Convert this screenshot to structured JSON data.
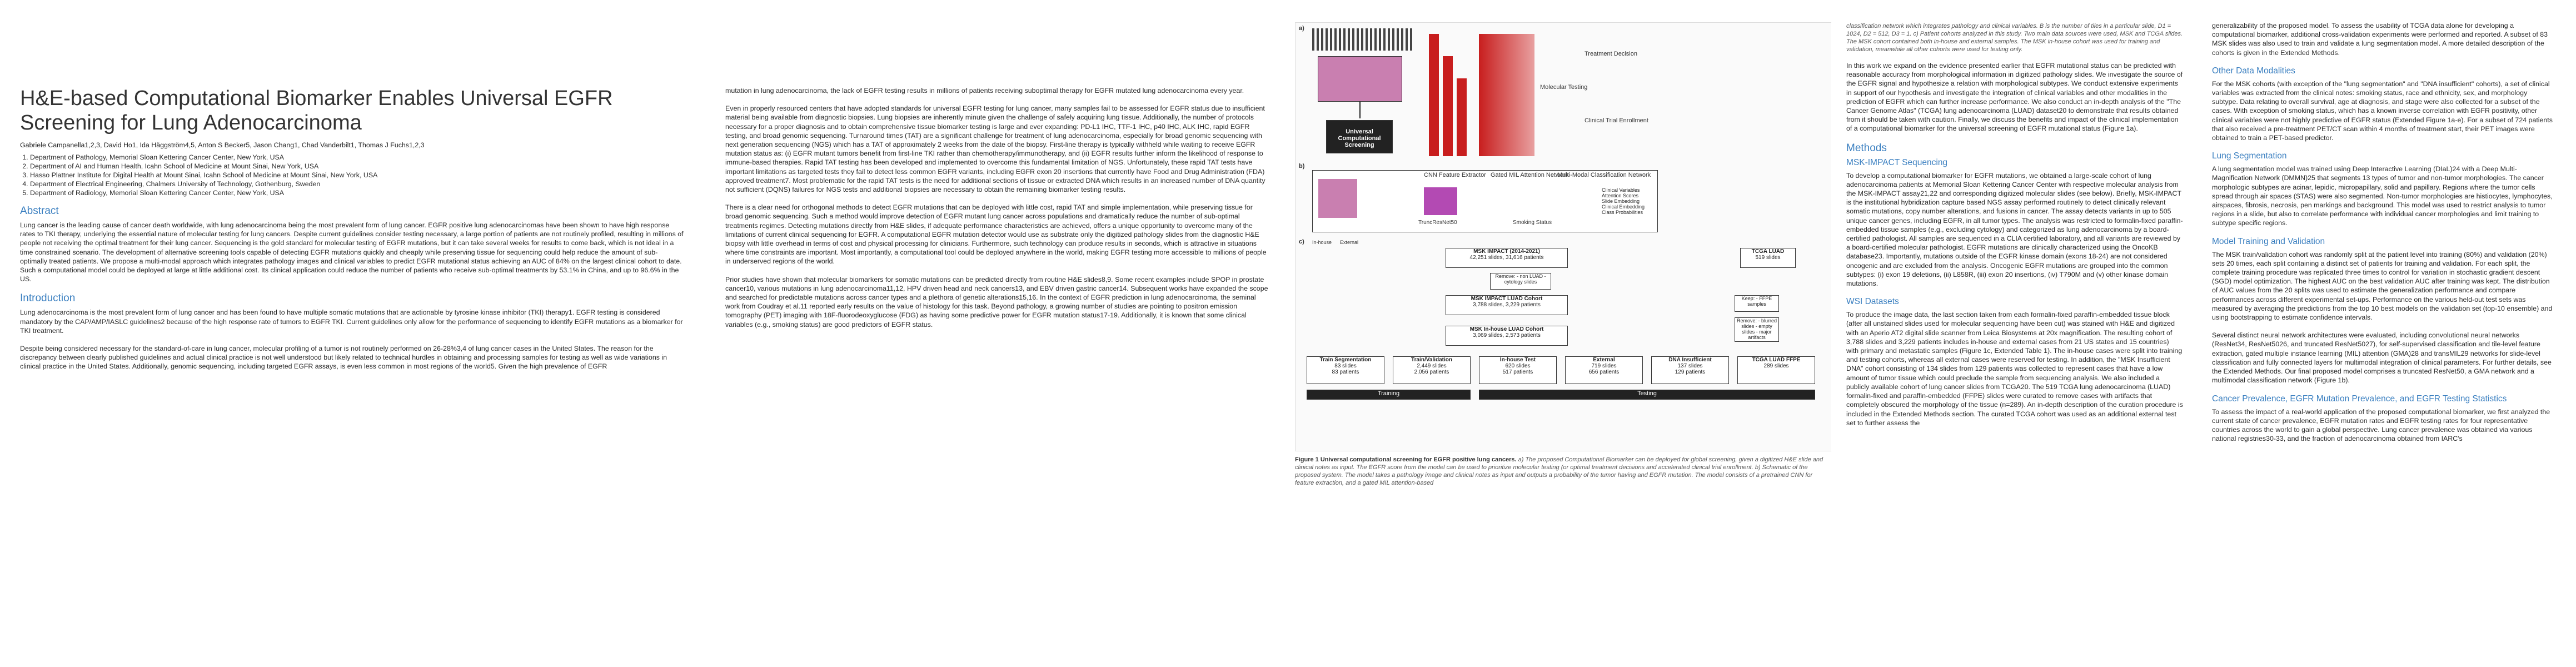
{
  "title": "H&E-based Computational Biomarker Enables Universal EGFR Screening for Lung Adenocarcinoma",
  "authors": "Gabriele Campanella1,2,3, David Ho1, Ida Häggström4,5, Anton S Becker5, Jason Chang1, Chad Vanderbilt1, Thomas J Fuchs1,2,3",
  "affiliations": [
    "Department of Pathology, Memorial Sloan Kettering Cancer Center, New York, USA",
    "Department of AI and Human Health, Icahn School of Medicine at Mount Sinai, New York, USA",
    "Hasso Plattner Institute for Digital Health at Mount Sinai, Icahn School of Medicine at Mount Sinai, New York, USA",
    "Department of Electrical Engineering, Chalmers University of Technology, Gothenburg, Sweden",
    "Department of Radiology, Memorial Sloan Kettering Cancer Center, New York, USA"
  ],
  "sections": {
    "abstract_h": "Abstract",
    "abstract": "Lung cancer is the leading cause of cancer death worldwide, with lung adenocarcinoma being the most prevalent form of lung cancer. EGFR positive lung adenocarcinomas have been shown to have high response rates to TKI therapy, underlying the essential nature of molecular testing for lung cancers. Despite current guidelines consider testing necessary, a large portion of patients are not routinely profiled, resulting in millions of people not receiving the optimal treatment for their lung cancer. Sequencing is the gold standard for molecular testing of EGFR mutations, but it can take several weeks for results to come back, which is not ideal in a time constrained scenario. The development of alternative screening tools capable of detecting EGFR mutations quickly and cheaply while preserving tissue for sequencing could help reduce the amount of sub-optimally treated patients. We propose a multi-modal approach which integrates pathology images and clinical variables to predict EGFR mutational status achieving an AUC of 84% on the largest clinical cohort to date. Such a computational model could be deployed at large at little additional cost. Its clinical application could reduce the number of patients who receive sub-optimal treatments by 53.1% in China, and up to 96.6% in the US.",
    "intro_h": "Introduction",
    "intro1": "Lung adenocarcinoma is the most prevalent form of lung cancer and has been found to have multiple somatic mutations that are actionable by tyrosine kinase inhibitor (TKI) therapy1. EGFR testing is considered mandatory by the CAP/AMP/IASLC guidelines2 because of the high response rate of tumors to EGFR TKI. Current guidelines only allow for the performance of sequencing to identify EGFR mutations as a biomarker for TKI treatment.",
    "intro2": "Despite being considered necessary for the standard-of-care in lung cancer, molecular profiling of a tumor is not routinely performed on 26-28%3,4 of lung cancer cases in the United States. The reason for the discrepancy between clearly published guidelines and actual clinical practice is not well understood but likely related to technical hurdles in obtaining and processing samples for testing as well as wide variations in clinical practice in the United States. Additionally, genomic sequencing, including targeted EGFR assays, is even less common in most regions of the world5. Given the high prevalence of EGFR",
    "c2p1": "mutation in lung adenocarcinoma, the lack of EGFR testing results in millions of patients receiving suboptimal therapy for EGFR mutated lung adenocarcinoma every year.",
    "c2p2": "Even in properly resourced centers that have adopted standards for universal EGFR testing for lung cancer, many samples fail to be assessed for EGFR status due to insufficient material being available from diagnostic biopsies. Lung biopsies are inherently minute given the challenge of safely acquiring lung tissue. Additionally, the number of protocols necessary for a proper diagnosis and to obtain comprehensive tissue biomarker testing is large and ever expanding: PD-L1 IHC, TTF-1 IHC, p40 IHC, ALK IHC, rapid EGFR testing, and broad genomic sequencing. Turnaround times (TAT) are a significant challenge for treatment of lung adenocarcinoma, especially for broad genomic sequencing with next generation sequencing (NGS) which has a TAT of approximately 2 weeks from the date of the biopsy. First-line therapy is typically withheld while waiting to receive EGFR mutation status as: (i) EGFR mutant tumors benefit from first-line TKI rather than chemotherapy/immunotherapy, and (ii) EGFR results further inform the likelihood of response to immune-based therapies. Rapid TAT testing has been developed and implemented to overcome this fundamental limitation of NGS. Unfortunately, these rapid TAT tests have important limitations as targeted tests they fail to detect less common EGFR variants, including EGFR exon 20 insertions that currently have Food and Drug Administration (FDA) approved treatment7. Most problematic for the rapid TAT tests is the need for additional sections of tissue or extracted DNA which results in an increased number of DNA quantity not sufficient (DQNS) failures for NGS tests and additional biopsies are necessary to obtain the remaining biomarker testing results.",
    "c2p3": "There is a clear need for orthogonal methods to detect EGFR mutations that can be deployed with little cost, rapid TAT and simple implementation, while preserving tissue for broad genomic sequencing. Such a method would improve detection of EGFR mutant lung cancer across populations and dramatically reduce the number of sub-optimal treatments regimes. Detecting mutations directly from H&E slides, if adequate performance characteristics are achieved, offers a unique opportunity to overcome many of the limitations of current clinical sequencing for EGFR. A computational EGFR mutation detector would use as substrate only the digitized pathology slides from the diagnostic H&E biopsy with little overhead in terms of cost and physical processing for clinicians. Furthermore, such technology can produce results in seconds, which is attractive in situations where time constraints are important. Most importantly, a computational tool could be deployed anywhere in the world, making EGFR testing more accessible to millions of people in underserved regions of the world.",
    "c2p4": "Prior studies have shown that molecular biomarkers for somatic mutations can be predicted directly from routine H&E slides8,9. Some recent examples include SPOP in prostate cancer10, various mutations in lung adenocarcinoma11,12, HPV driven head and neck cancers13, and EBV driven gastric cancer14. Subsequent works have expanded the scope and searched for predictable mutations across cancer types and a plethora of genetic alterations15,16. In the context of EGFR prediction in lung adenocarcinoma, the seminal work from Coudray et al.11 reported early results on the value of histology for this task. Beyond pathology, a growing number of studies are pointing to positron emission tomography (PET) imaging with 18F-fluorodeoxyglucose (FDG) as having some predictive power for EGFR mutation status17-19. Additionally, it is known that some clinical variables (e.g., smoking status) are good predictors of EGFR status.",
    "cap_top": "classification network which integrates pathology and clinical variables. B is the number of tiles in a particular slide, D1 = 1024, D2 = 512, D3 = 1. c) Patient cohorts analyzed in this study. Two main data sources were used, MSK and TCGA slides. The MSK cohort contained both in-house and external samples. The MSK in-house cohort was used for training and validation, meanwhile all other cohorts were used for testing only.",
    "c4p1": "In this work we expand on the evidence presented earlier that EGFR mutational status can be predicted with reasonable accuracy from morphological information in digitized pathology slides. We investigate the source of the EGFR signal and hypothesize a relation with morphological subtypes. We conduct extensive experiments in support of our hypothesis and investigate the integration of clinical variables and other modalities in the prediction of EGFR which can further increase performance. We also conduct an in-depth analysis of the \"The Cancer Genome Atlas\" (TCGA) lung adenocarcinoma (LUAD) dataset20 to demonstrate that results obtained from it should be taken with caution. Finally, we discuss the benefits and impact of the clinical implementation of a computational biomarker for the universal screening of EGFR mutational status (Figure 1a).",
    "methods_h": "Methods",
    "msk_h": "MSK-IMPACT Sequencing",
    "c4p2": "To develop a computational biomarker for EGFR mutations, we obtained a large-scale cohort of lung adenocarcinoma patients at Memorial Sloan Kettering Cancer Center with respective molecular analysis from the MSK-IMPACT assay21,22 and corresponding digitized molecular slides (see below). Briefly, MSK-IMPACT is the institutional hybridization capture based NGS assay performed routinely to detect clinically relevant somatic mutations, copy number alterations, and fusions in cancer. The assay detects variants in up to 505 unique cancer genes, including EGFR, in all tumor types. The analysis was restricted to formalin-fixed paraffin-embedded tissue samples (e.g., excluding cytology) and categorized as lung adenocarcinoma by a board-certified pathologist. All samples are sequenced in a CLIA certified laboratory, and all variants are reviewed by a board-certified molecular pathologist. EGFR mutations are clinically characterized using the OncoKB database23. Importantly, mutations outside of the EGFR kinase domain (exons 18-24) are not considered oncogenic and are excluded from the analysis. Oncogenic EGFR mutations are grouped into the common subtypes: (i) exon 19 deletions, (ii) L858R, (iii) exon 20 insertions, (iv) T790M and (v) other kinase domain mutations.",
    "wsi_h": "WSI Datasets",
    "c4p3": "To produce the image data, the last section taken from each formalin-fixed paraffin-embedded tissue block (after all unstained slides used for molecular sequencing have been cut) was stained with H&E and digitized with an Aperio AT2 digital slide scanner from Leica Biosystems at 20x magnification. The resulting cohort of 3,788 slides and 3,229 patients includes in-house and external cases from 21 US states and 15 countries) with primary and metastatic samples (Figure 1c, Extended Table 1). The in-house cases were split into training and testing cohorts, whereas all external cases were reserved for testing. In addition, the \"MSK Insufficient DNA\" cohort consisting of 134 slides from 129 patients was collected to represent cases that have a low amount of tumor tissue which could preclude the sample from sequencing analysis. We also included a publicly available cohort of lung cancer slides from TCGA20. The 519 TCGA lung adenocarcinoma (LUAD) formalin-fixed and paraffin-embedded (FFPE) slides were curated to remove cases with artifacts that completely obscured the morphology of the tissue (n=289). An in-depth description of the curation procedure is included in the Extended Methods section. The curated TCGA cohort was used as an additional external test set to further assess the",
    "c5p1": "generalizability of the proposed model. To assess the usability of TCGA data alone for developing a computational biomarker, additional cross-validation experiments were performed and reported. A subset of 83 MSK slides was also used to train and validate a lung segmentation model. A more detailed description of the cohorts is given in the Extended Methods.",
    "other_h": "Other Data Modalities",
    "c5p2": "For the MSK cohorts (with exception of the \"lung segmentation\" and \"DNA insufficient\" cohorts), a set of clinical variables was extracted from the clinical notes: smoking status, race and ethnicity, sex, and morphology subtype. Data relating to overall survival, age at diagnosis, and stage were also collected for a subset of the cases. With exception of smoking status, which has a known inverse correlation with EGFR positivity, other clinical variables were not highly predictive of EGFR status (Extended Figure 1a-e). For a subset of 724 patients that also received a pre-treatment PET/CT scan within 4 months of treatment start, their PET images were obtained to train a PET-based predictor.",
    "lungseg_h": "Lung Segmentation",
    "c5p3": "A lung segmentation model was trained using Deep Interactive Learning (DIaL)24 with a Deep Multi-Magnification Network (DMMN)25 that segments 13 types of tumor and non-tumor morphologies. The cancer morphologic subtypes are acinar, lepidic, micropapillary, solid and papillary. Regions where the tumor cells spread through air spaces (STAS) were also segmented. Non-tumor morphologies are histiocytes, lymphocytes, airspaces, fibrosis, necrosis, pen markings and background. This model was used to restrict analysis to tumor regions in a slide, but also to correlate performance with individual cancer morphologies and limit training to subtype specific regions.",
    "train_h": "Model Training and Validation",
    "c5p4": "The MSK train/validation cohort was randomly split at the patient level into training (80%) and validation (20%) sets 20 times, each split containing a distinct set of patients for training and validation. For each split, the complete training procedure was replicated three times to control for variation in stochastic gradient descent (SGD) model optimization. The highest AUC on the best validation AUC after training was kept. The distribution of AUC values from the 20 splits was used to estimate the generalization performance and compare performances across different experimental set-ups. Performance on the various held-out test sets was measured by averaging the predictions from the top 10 best models on the validation set (top-10 ensemble) and using bootstrapping to estimate confidence intervals.",
    "c5p5": "Several distinct neural network architectures were evaluated, including convolutional neural networks (ResNet34, ResNet5026, and truncated ResNet5027), for self-supervised classification and tile-level feature extraction, gated multiple instance learning (MIL) attention (GMA)28 and transMIL29 networks for slide-level classification and fully connected layers for multimodal integration of clinical parameters. For further details, see the Extended Methods. Our final proposed model comprises a truncated ResNet50, a GMA network and a multimodal classification network (Figure 1b).",
    "prev_h": "Cancer Prevalence, EGFR Mutation Prevalence, and EGFR Testing Statistics",
    "c5p6": "To assess the impact of a real-world application of the proposed computational biomarker, we first analyzed the current state of cancer prevalence, EGFR mutation rates and EGFR testing rates for four representative countries across the world to gain a global perspective. Lung cancer prevalence was obtained via various national registries30-33, and the fraction of adenocarcinoma obtained from IARC's"
  },
  "figure": {
    "label_a": "a)",
    "label_b": "b)",
    "label_c": "c)",
    "screening": "Universal Computational Screening",
    "molecular": "Molecular Testing",
    "treatment": "Treatment Decision",
    "trial": "Clinical Trial Enrollment",
    "cnn": "CNN Feature Extractor",
    "gated": "Gated MIL Attention Network",
    "multimodal": "Multi-Modal Classification Network",
    "smoking": "Smoking Status",
    "legend": [
      "Clinical Variables",
      "Attention Scores",
      "Slide Embedding",
      "Clinical Embedding",
      "Class Probabilities"
    ],
    "trunc": "TruncResNet50",
    "inhouse_leg": "In-house",
    "external_leg": "External",
    "msk_impact": "MSK IMPACT (2014-2021)",
    "msk_impact_n": "42,251 slides, 31,616 patients",
    "tcga": "TCGA LUAD",
    "tcga_n": "519 slides",
    "remove": "Remove: - non LUAD - cytology slides",
    "cohort": "MSK IMPACT LUAD Cohort",
    "cohort_n": "3,788 slides, 3,229 patients",
    "inhouse_c": "MSK In-house LUAD Cohort",
    "inhouse_cn": "3,069 slides, 2,573 patients",
    "keep": "Keep: - FFPE samples",
    "remove2": "Remove: - blurred slides - empty slides - major artifacts",
    "cohorts": [
      {
        "name": "Train Segmentation",
        "n1": "83 slides",
        "n2": "83 patients"
      },
      {
        "name": "Train/Validation",
        "n1": "2,449 slides",
        "n2": "2,056 patients"
      },
      {
        "name": "In-house Test",
        "n1": "620 slides",
        "n2": "517 patients"
      },
      {
        "name": "External",
        "n1": "719 slides",
        "n2": "656 patients"
      },
      {
        "name": "DNA Insufficient",
        "n1": "137 slides",
        "n2": "129 patients"
      },
      {
        "name": "TCGA LUAD FFPE",
        "n1": "289 slides",
        "n2": ""
      }
    ],
    "training": "Training",
    "testing": "Testing",
    "caption_h": "Figure 1 Universal computational screening for EGFR positive lung cancers.",
    "caption": "a) The proposed Computational Biomarker can be deployed for global screening, given a digitized H&E slide and clinical notes as input. The EGFR score from the model can be used to prioritize molecular testing (or optimal treatment decisions and accelerated clinical trial enrollment. b) Schematic of the proposed system. The model takes a pathology image and clinical notes as input and outputs a probability of the tumor having and EGFR mutation. The model consists of a pretrained CNN for feature extraction, and a gated MIL attention-based"
  }
}
